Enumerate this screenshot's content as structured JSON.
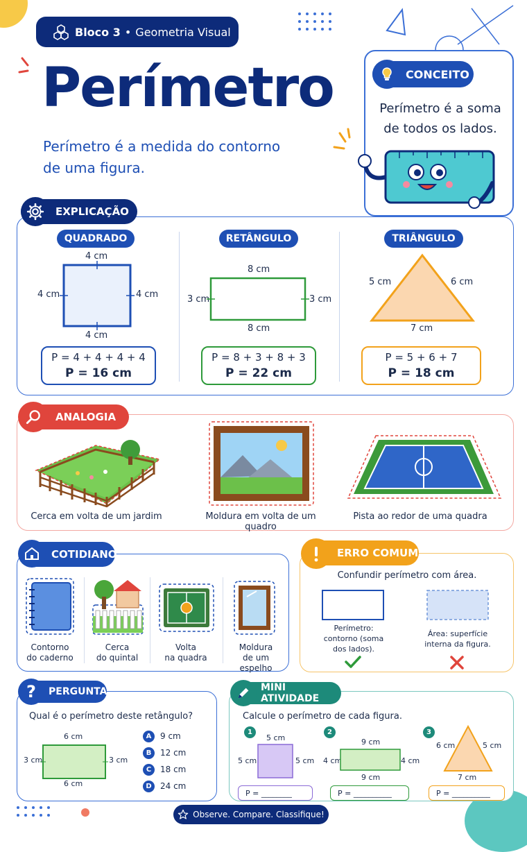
{
  "header": {
    "block_label": "Bloco 3",
    "block_sep": "•",
    "block_topic": "Geometria Visual",
    "title": "Perímetro",
    "subtitle": "Perímetro é a medida do contorno de uma figura."
  },
  "concept": {
    "badge": "CONCEITO",
    "text": "Perímetro é a soma de todos os lados.",
    "icon": "lightbulb-icon"
  },
  "explicacao": {
    "badge": "EXPLICAÇÃO",
    "square": {
      "label": "QUADRADO",
      "top": "4 cm",
      "left": "4 cm",
      "right": "4 cm",
      "bottom": "4 cm",
      "f1": "P = 4 + 4 + 4 + 4",
      "f2": "P = 16 cm"
    },
    "rect": {
      "label": "RETÂNGULO",
      "top": "8 cm",
      "left": "3 cm",
      "right": "3 cm",
      "bottom": "8 cm",
      "f1": "P = 8 + 3 + 8 + 3",
      "f2": "P = 22 cm"
    },
    "tri": {
      "label": "TRIÂNGULO",
      "left": "5 cm",
      "right": "6 cm",
      "bottom": "7 cm",
      "f1": "P = 5 + 6 + 7",
      "f2": "P = 18 cm"
    }
  },
  "analogia": {
    "badge": "ANALOGIA",
    "items": [
      "Cerca em volta de um jardim",
      "Moldura em volta de um quadro",
      "Pista ao redor de uma quadra"
    ]
  },
  "cotidiano": {
    "badge": "COTIDIANO",
    "items": [
      {
        "l1": "Contorno",
        "l2": "do caderno"
      },
      {
        "l1": "Cerca",
        "l2": "do quintal"
      },
      {
        "l1": "Volta",
        "l2": "na quadra"
      },
      {
        "l1": "Moldura",
        "l2": "de um espelho"
      }
    ]
  },
  "erro": {
    "badge": "ERRO COMUM",
    "title": "Confundir perímetro com área.",
    "left": "Perímetro: contorno (soma dos lados).",
    "right": "Área: superfície interna da figura."
  },
  "pergunta": {
    "badge": "PERGUNTA",
    "question": "Qual é o perímetro deste retângulo?",
    "top": "6 cm",
    "bottom": "6 cm",
    "left": "3 cm",
    "right": "3 cm",
    "options": [
      {
        "letter": "A",
        "text": "9 cm"
      },
      {
        "letter": "B",
        "text": "12 cm"
      },
      {
        "letter": "C",
        "text": "18 cm"
      },
      {
        "letter": "D",
        "text": "24 cm"
      }
    ]
  },
  "mini": {
    "badge": "MINI ATIVIDADE",
    "instruction": "Calcule o perímetro de cada figura.",
    "fig1": {
      "n": "1",
      "top": "5 cm",
      "left": "5 cm",
      "right": "5 cm",
      "p": "P = ________"
    },
    "fig2": {
      "n": "2",
      "top": "9 cm",
      "left": "4 cm",
      "right": "4 cm",
      "bottom": "9 cm",
      "p": "P = __________"
    },
    "fig3": {
      "n": "3",
      "left": "6 cm",
      "right": "5 cm",
      "bottom": "7 cm",
      "p": "P = __________"
    }
  },
  "footer": {
    "text": "Observe. Compare. Classifique!"
  },
  "colors": {
    "navy": "#0d2b7a",
    "blue": "#1e4fb4",
    "red": "#e0453c",
    "orange": "#f2a21b",
    "green": "#1d8a7a"
  }
}
